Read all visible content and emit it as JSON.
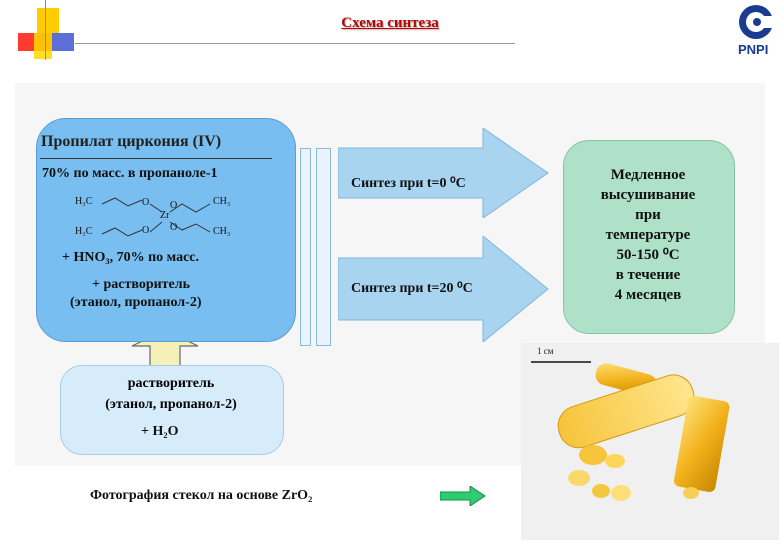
{
  "header": {
    "title": "Схема синтеза",
    "logo_text": "PNPI"
  },
  "blue_box": {
    "title": "Пропилат циркония (IV)",
    "line2": "70% по масс. в пропаноле-1",
    "molecule": {
      "top_left": "H₃C",
      "top_right": "CH₃",
      "bottom_left": "H₃C",
      "bottom_right": "CH₃",
      "center": "Zr",
      "o": "O"
    },
    "hno3": "+ HNO₃,   70% по масс.",
    "solvent_line1": "+ растворитель",
    "solvent_line2": "(этанол, пропанол-2)"
  },
  "arrows": {
    "top_label": "Синтез при t=0 ⁰C",
    "bottom_label": "Синтез при t=20 ⁰C"
  },
  "green_box": {
    "lines": [
      "Медленное",
      "высушивание",
      "при",
      "температуре",
      "50-150 ⁰C",
      "в течение",
      "4 месяцев"
    ]
  },
  "bottom_box": {
    "line1": "растворитель",
    "line2": "(этанол, пропанол-2)",
    "line3": "+ H₂O"
  },
  "photo": {
    "scale_label": "1 см"
  },
  "caption": "Фотография стекол на основе ZrO₂",
  "colors": {
    "title": "#c00000",
    "blue_box": "#79bef0",
    "green_box": "#aee1c8",
    "arrow": "#a9d4ef",
    "caption_arrow": "#2ecc71"
  }
}
